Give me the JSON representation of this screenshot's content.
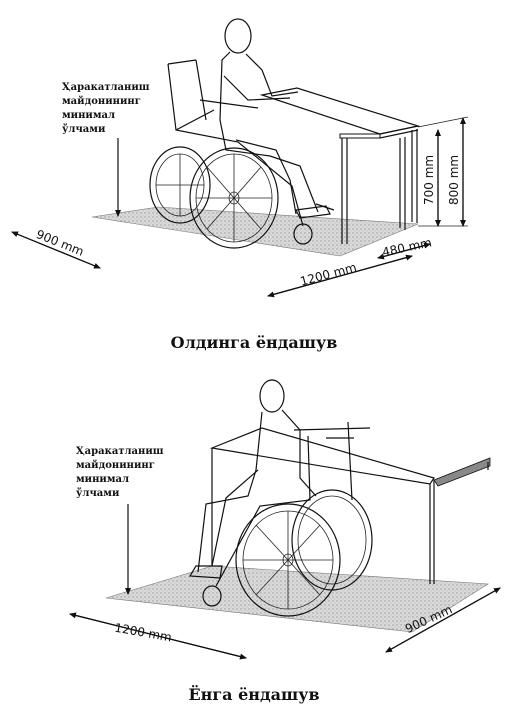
{
  "top": {
    "area_label": [
      "Ҳаракатланиш",
      "майдонининг",
      "минимал",
      "ўлчами"
    ],
    "dim_depth": "900 mm",
    "dim_width": "1200 mm",
    "dim_table_depth": "480 mm",
    "dim_knee_height": "700 mm",
    "dim_table_height": "800 mm",
    "caption": "Олдинга ёндашув"
  },
  "bottom": {
    "area_label": [
      "Ҳаракатланиш",
      "майдонининг",
      "минимал",
      "ўлчами"
    ],
    "dim_width": "1200 mm",
    "dim_depth": "900 mm",
    "caption": "Ёнга ёндашув"
  }
}
